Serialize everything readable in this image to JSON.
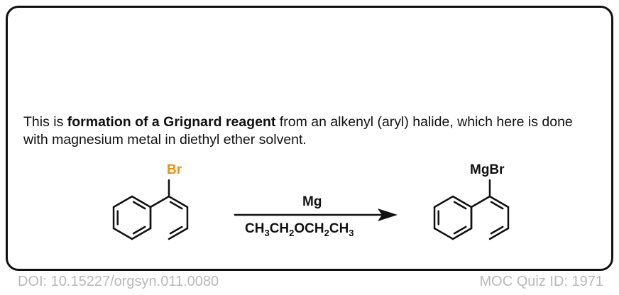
{
  "description": {
    "prefix": "This is ",
    "bold": "formation of a Grignard reagent",
    "suffix": " from an alkenyl (aryl) halide, which here is done with magnesium metal in diethyl ether solvent."
  },
  "reaction": {
    "reactant_substituent": "Br",
    "reactant_substituent_color": "#f0900f",
    "reagent": "Mg",
    "solvent": [
      "CH",
      "3",
      "CH",
      "2",
      "OCH",
      "2",
      "CH",
      "3"
    ],
    "product_substituent": "MgBr"
  },
  "footer": {
    "doi": "DOI: 10.15227/orgsyn.011.0080",
    "quiz_id": "MOC Quiz ID: 1971"
  }
}
